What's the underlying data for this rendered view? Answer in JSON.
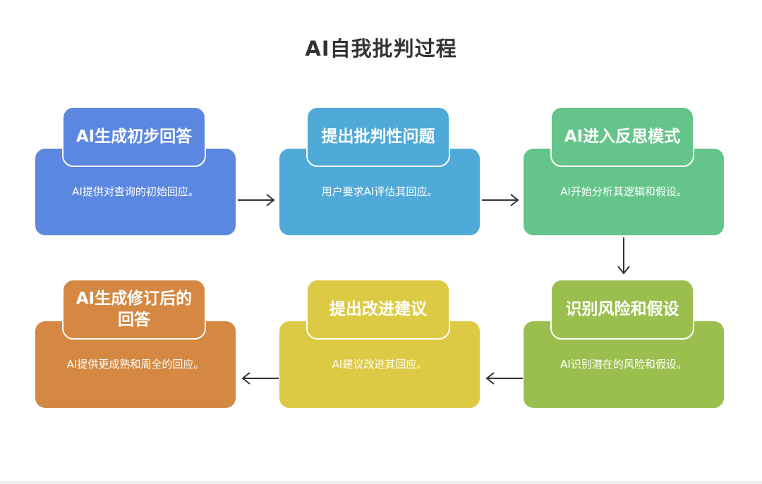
{
  "title": "AI自我批判过程",
  "steps": [
    {
      "title": "AI生成初步回答",
      "desc": "AI提供对查询的初始回应。",
      "color": "#5b87e0"
    },
    {
      "title": "提出批判性问题",
      "desc": "用户要求AI评估其回应。",
      "color": "#4faad8"
    },
    {
      "title": "AI进入反思模式",
      "desc": "AI开始分析其逻辑和假设。",
      "color": "#65c48a"
    },
    {
      "title": "识别风险和假设",
      "desc": "AI识别潜在的风险和假设。",
      "color": "#9bbf4f"
    },
    {
      "title": "提出改进建议",
      "desc": "AI建议改进其回应。",
      "color": "#dcca45"
    },
    {
      "title": "AI生成修订后的回答",
      "desc": "AI提供更成熟和周全的回应。",
      "color": "#d48842"
    }
  ]
}
